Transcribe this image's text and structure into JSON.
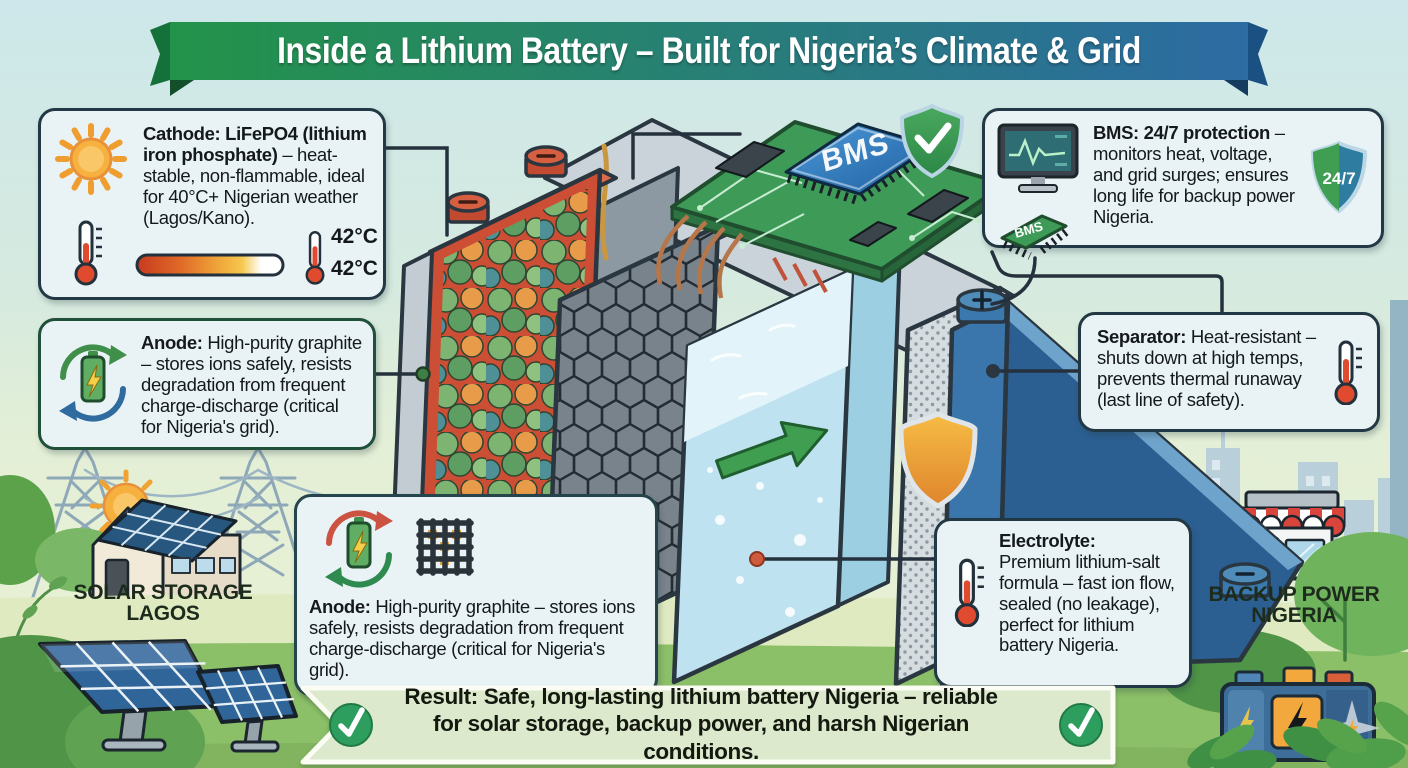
{
  "title": {
    "text": "Inside a Lithium Battery – Built for Nigeria’s Climate & Grid"
  },
  "callouts": {
    "cathode": {
      "lead": "Cathode: LiFePO4 (lithium iron phosphate)",
      "body": " – heat-stable, non-flammable, ideal for 40°C+ Nigerian weather (Lagos/Kano).",
      "temp_top": "42°C",
      "temp_bottom": "42°C",
      "icons": [
        "sun-icon",
        "thermometer-icon",
        "temperature-gauge-bar",
        "small-thermometer-icon"
      ]
    },
    "anode_left": {
      "lead": "Anode:",
      "body": " High-purity graphite – stores ions safely, resists degradation from frequent charge-discharge (critical for Nigeria's grid).",
      "icons": [
        "battery-recycle-icon"
      ]
    },
    "bms": {
      "lead": "BMS: 24/7 protection",
      "body": " – monitors heat, voltage, and grid surges; ensures long life for backup power Nigeria.",
      "shield_label": "24/7",
      "icons": [
        "monitor-icon",
        "shield-24-7-icon",
        "bms-chip-icon"
      ]
    },
    "separator": {
      "lead": "Separator:",
      "body": " Heat-resistant – shuts down at high temps, prevents thermal runaway (last line of safety).",
      "icons": [
        "thermometer-icon"
      ]
    },
    "anode_bottom": {
      "lead": "Anode:",
      "body": " High-purity graphite – stores ions safely, resists degradation from frequent charge-discharge (critical for Nigeria's grid).",
      "icons": [
        "battery-recycle-icon",
        "graphite-mesh-icon"
      ]
    },
    "electrolyte": {
      "lead": "Electrolyte:",
      "body": "Premium lithium-salt formula – fast ion flow, sealed (no leakage), perfect for lithium battery Nigeria.",
      "icons": [
        "thermometer-icon"
      ]
    }
  },
  "scene": {
    "left_label": "SOLAR STORAGE\nLAGOS",
    "right_label": "BACKUP POWER\nNIGERIA"
  },
  "result": {
    "lead": "Result:",
    "body": " Safe, long-lasting lithium battery Nigeria – reliable for solar storage, backup power, and harsh Nigerian conditions.",
    "icons": [
      "check-icon",
      "check-icon"
    ]
  },
  "battery": {
    "chip_label": "BMS",
    "icons": [
      "shield-check-icon",
      "gold-shield-icon",
      "green-arrow-icon"
    ]
  },
  "colors": {
    "ribbon_green": "#239349",
    "ribbon_blue": "#2c6ba3",
    "callout_bg": "#e9f3f5",
    "callout_border": "#223844",
    "result_bg": "#dde9cc",
    "check_green": "#2e9e5f",
    "cathode_red": "#cb4e35",
    "casing_blue": "#3a76ab",
    "pcb_green": "#3e9b57",
    "electrolyte_blue": "#bfe2f0",
    "grass_green": "#8bbf68"
  }
}
